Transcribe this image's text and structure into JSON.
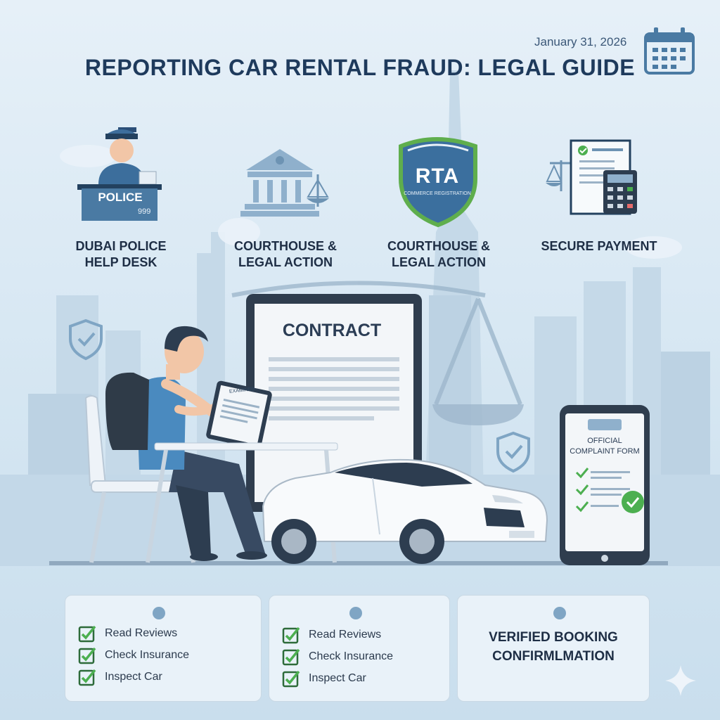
{
  "header": {
    "date": "January 31, 2026",
    "title": "REPORTING CAR RENTAL FRAUD: LEGAL GUIDE",
    "calendar_icon": "calendar-icon"
  },
  "features": [
    {
      "label": "DUBAI POLICE HELP DESK",
      "icon": "police-desk-icon"
    },
    {
      "label": "COURTHOUSE & LEGAL ACTION",
      "icon": "courthouse-icon"
    },
    {
      "label": "COURTHOUSE & LEGAL ACTION",
      "icon": "rta-shield-icon"
    },
    {
      "label": "SECURE PAYMENT",
      "icon": "secure-payment-icon"
    }
  ],
  "illustration": {
    "police_sign": "POLICE",
    "police_number": "999",
    "rta_logo": "RTA",
    "rta_sub": "COMMERCE REGISTRATION",
    "contract_title": "CONTRACT",
    "tablet_doc": "EXAMINED",
    "form_title": "OFFICIAL COMPLAINT FORM"
  },
  "cards": [
    {
      "items": [
        "Read Reviews",
        "Check Insurance",
        "Inspect Car"
      ]
    },
    {
      "items": [
        "Read Reviews",
        "Check Insurance",
        "Inspect Car"
      ]
    },
    {
      "title": "VERIFIED BOOKING CONFIRMLMATION"
    }
  ],
  "colors": {
    "title": "#1e3a5c",
    "accent": "#4a7aa3",
    "check_green": "#4caf50",
    "background": "#dbe9f4"
  }
}
